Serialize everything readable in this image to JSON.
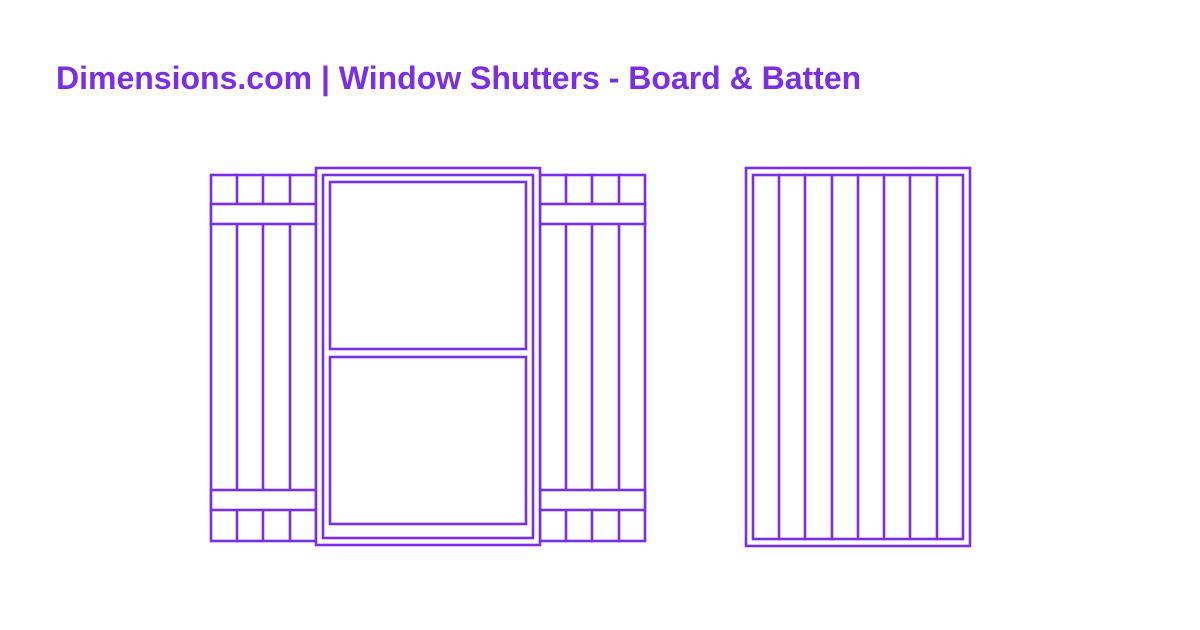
{
  "header": {
    "title": "Dimensions.com | Window Shutters - Board & Batten"
  },
  "colors": {
    "accent": "#7a2fe6",
    "background": "#ffffff"
  },
  "figures": [
    {
      "name": "window-with-open-shutters"
    },
    {
      "name": "closed-shutter-board-and-batten"
    }
  ]
}
